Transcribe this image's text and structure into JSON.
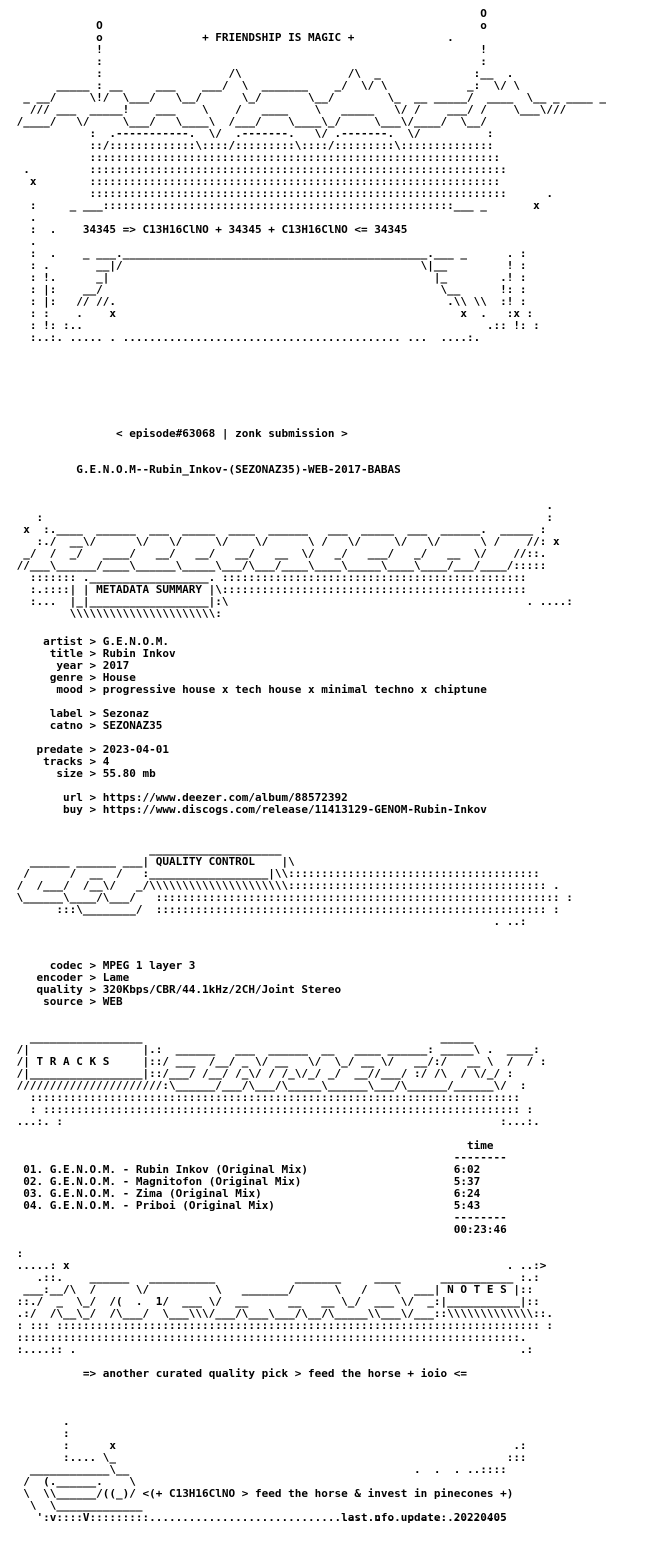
{
  "header": {
    "banner": "+ FRIENDSHIP IS MAGIC +",
    "formula": "34345 => C13H16ClNO + 34345 + C13H16ClNO <= 34345"
  },
  "release": {
    "episode": "< episode#63068 | zonk submission >",
    "release_name": "G.E.N.O.M--Rubin_Inkov-(SEZONAZ35)-WEB-2017-BABAS"
  },
  "sections": {
    "metadata": "METADATA SUMMARY",
    "quality": "QUALITY CONTROL",
    "tracks": "T R A C K S",
    "notes": "N O T E S"
  },
  "metadata_lines": [
    "     artist > G.E.N.O.M.",
    "      title > Rubin Inkov",
    "       year > 2017",
    "      genre > House",
    "       mood > progressive house x tech house x minimal techno x chiptune",
    "",
    "      label > Sezonaz",
    "      catno > SEZONAZ35",
    "",
    "    predate > 2023-04-01",
    "     tracks > 4",
    "       size > 55.80 mb",
    "",
    "        url > https://www.deezer.com/album/88572392",
    "        buy > https://www.discogs.com/release/11413129-GENOM-Rubin-Inkov"
  ],
  "quality_lines": [
    "      codec > MPEG 1 layer 3",
    "    encoder > Lame",
    "    quality > 320Kbps/CBR/44.1kHz/2CH/Joint Stereo",
    "     source > WEB"
  ],
  "tracks": {
    "time_header": "time",
    "list": [
      {
        "num": "01.",
        "artist": "G.E.N.O.M.",
        "title": "Rubin Inkov (Original Mix)",
        "time": "6:02"
      },
      {
        "num": "02.",
        "artist": "G.E.N.O.M.",
        "title": "Magnitofon (Original Mix)",
        "time": "5:37"
      },
      {
        "num": "03.",
        "artist": "G.E.N.O.M.",
        "title": "Zima (Original Mix)",
        "time": "6:24"
      },
      {
        "num": "04.",
        "artist": "G.E.N.O.M.",
        "title": "Priboi (Original Mix)",
        "time": "5:43"
      }
    ],
    "total": "00:23:46"
  },
  "notes_text": "=> another curated quality pick > feed the horse + ioio <=",
  "footer": {
    "slogan": "<(+ C13H16ClNO > feed the horse & invest in pinecones +)",
    "last_update": "last nfo update: 20220405"
  }
}
